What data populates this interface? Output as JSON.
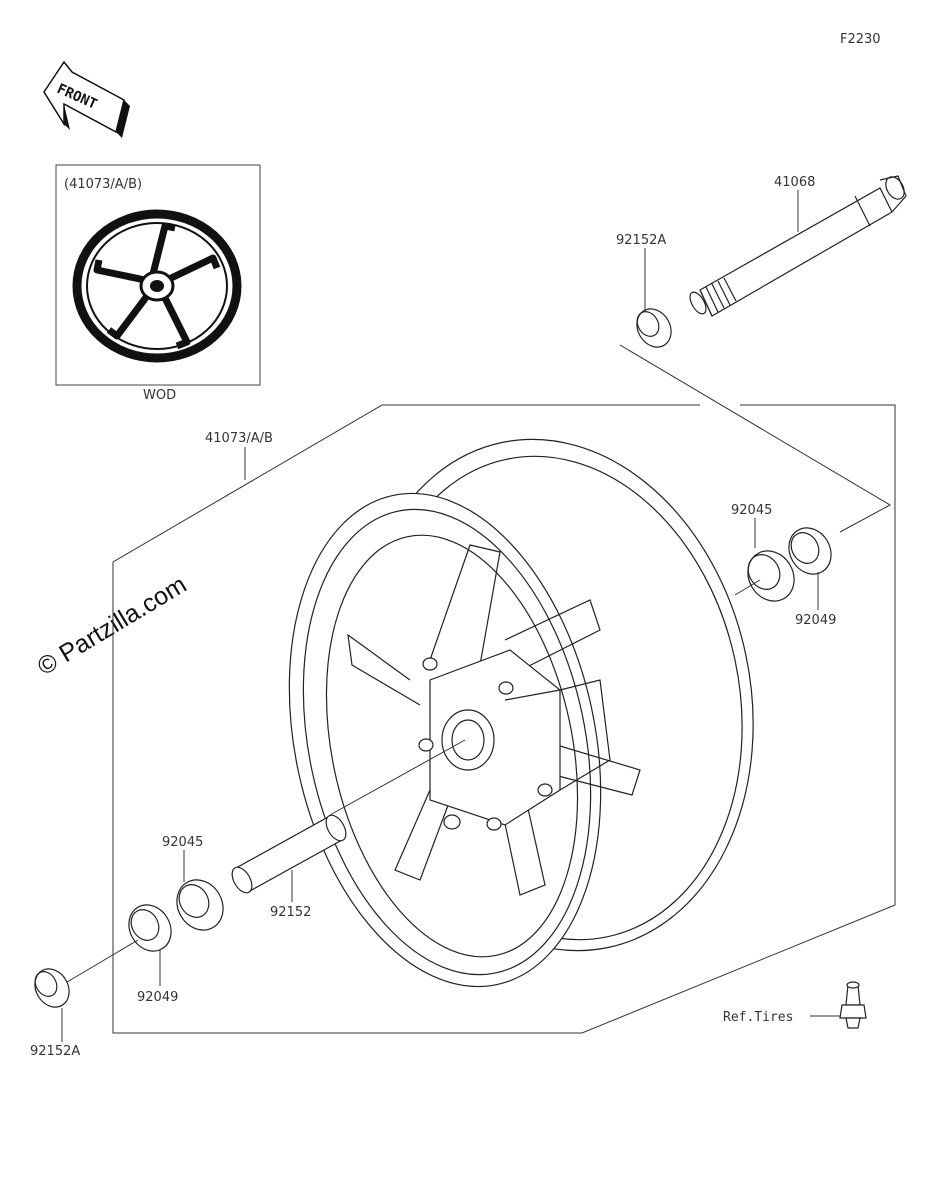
{
  "diagram_code": "F2230",
  "front_arrow_label": "FRONT",
  "watermark": "© Partzilla.com",
  "inset": {
    "part_ref": "(41073/A/B)",
    "caption": "WOD"
  },
  "callouts": {
    "wheel": "41073/A/B",
    "axle": "41068",
    "collar_top": "92152A",
    "bearing_right": "92045",
    "seal_right": "92049",
    "bearing_left": "92045",
    "spacer": "92152",
    "seal_left": "92049",
    "collar_left": "92152A",
    "valve_ref": "Ref.Tires"
  }
}
